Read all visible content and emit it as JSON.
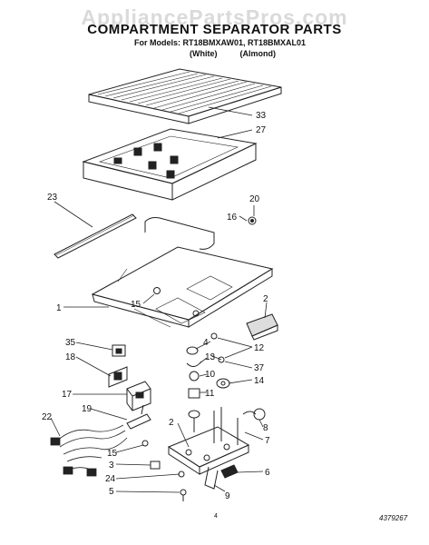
{
  "watermark": "AppliancePartsPros.com",
  "title": "COMPARTMENT SEPARATOR PARTS",
  "models_line": "For Models: RT18BMXAW01, RT18BMXAL01",
  "colors_line": "(White)          (Almond)",
  "part_callouts": [
    "33",
    "27",
    "23",
    "20",
    "16",
    "1",
    "15",
    "2",
    "35",
    "4",
    "12",
    "18",
    "13",
    "10",
    "37",
    "14",
    "17",
    "11",
    "19",
    "22",
    "2",
    "8",
    "7",
    "15",
    "3",
    "6",
    "24",
    "5",
    "9"
  ],
  "page_number": "4",
  "document_number": "4379267"
}
